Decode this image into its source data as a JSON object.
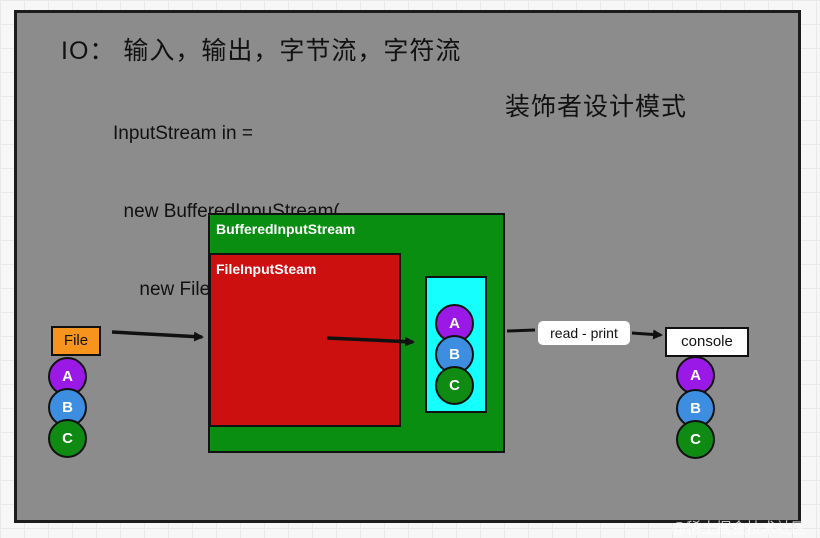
{
  "title": "IO： 输入，输出，字节流，字符流",
  "code_lines": [
    "InputStream in =",
    "  new BufferedInpuStream(",
    "     new FileInputStream(\"xxxxxx\"))"
  ],
  "pattern_label": "装饰者设计模式",
  "boxes": {
    "buffered": "BufferedInputStream",
    "file_input": "FileInputSteam",
    "file": "File",
    "console": "console"
  },
  "arrow_label": "read - print",
  "circles": [
    "A",
    "B",
    "C"
  ],
  "colors": {
    "canvas": "#8c8c8c",
    "green": "#0a8e12",
    "red": "#cc0f0f",
    "cyan": "#15ffff",
    "orange": "#f7941d",
    "circle_a": "#9b19e6",
    "circle_b": "#3d8ee0",
    "circle_c": "#0f8a12"
  },
  "watermark": "@稀土掘金技术社区"
}
